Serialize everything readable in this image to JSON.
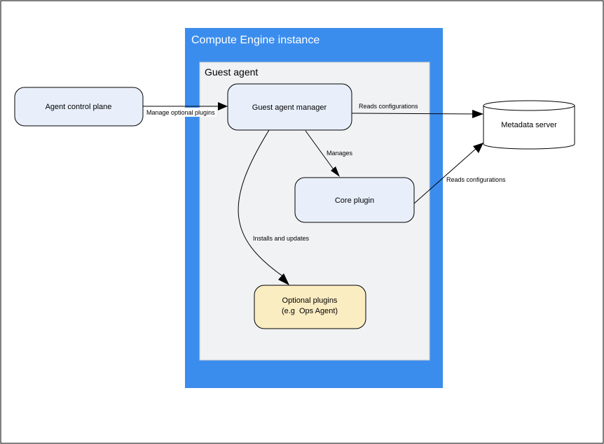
{
  "colors": {
    "frame_border": "#000000",
    "compute_box_fill": "#3b8ded",
    "compute_title_text": "#ffffff",
    "guest_box_fill": "#f1f2f3",
    "guest_box_border": "#cccccc",
    "node_fill_blue": "#e8effb",
    "node_fill_yellow": "#fbedc2",
    "node_border": "#000000",
    "edge_color": "#000000"
  },
  "containers": {
    "compute_engine": {
      "title": "Compute Engine instance"
    },
    "guest_agent": {
      "title": "Guest agent"
    }
  },
  "nodes": {
    "agent_control_plane": {
      "label": "Agent control plane"
    },
    "guest_agent_manager": {
      "label": "Guest agent manager"
    },
    "core_plugin": {
      "label": "Core plugin"
    },
    "optional_plugins": {
      "label_line1": "Optional plugins",
      "label_line2": "(e.g  Ops Agent)"
    },
    "metadata_server": {
      "label": "Metadata server"
    }
  },
  "edges": {
    "manage_optional_plugins": {
      "label": "Manage optional plugins"
    },
    "reads_configurations_manager": {
      "label": "Reads configurations"
    },
    "manages": {
      "label": "Manages"
    },
    "reads_configurations_core": {
      "label": "Reads configurations"
    },
    "installs_and_updates": {
      "label": "Installs and updates"
    }
  }
}
